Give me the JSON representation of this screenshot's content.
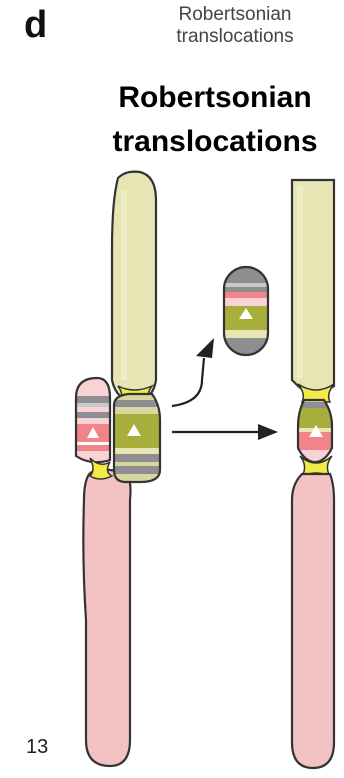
{
  "panel": {
    "letter": "d",
    "small_title": [
      "Robertsonian",
      "translocations"
    ],
    "big_title": [
      "Robertsonian",
      "translocations"
    ]
  },
  "chromosome": {
    "label": "13"
  },
  "colors": {
    "long_arm_cream": "#e8e5b4",
    "long_arm_pink": "#f3c2c3",
    "centromere_yellow": "#f2ea45",
    "band_olive": "#a8ad3c",
    "band_gray": "#8e8e91",
    "band_red": "#f1838a",
    "band_light_pink": "#f9d3d4",
    "outline": "#333333"
  },
  "icons": [
    "arrow-icon",
    "curved-arrow-icon",
    "centromere-triangle-icon"
  ]
}
